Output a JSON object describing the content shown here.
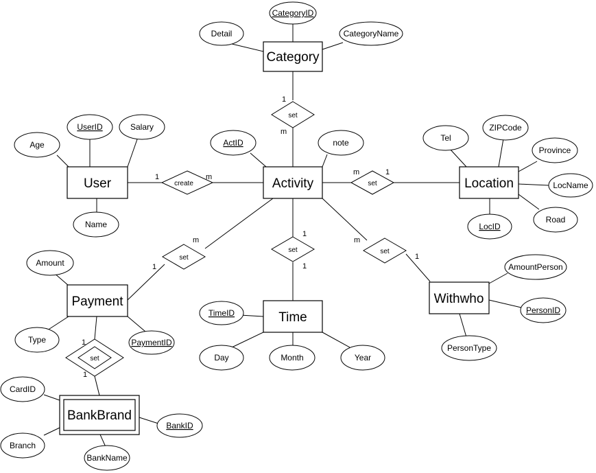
{
  "entities": {
    "category": "Category",
    "user": "User",
    "activity": "Activity",
    "location": "Location",
    "payment": "Payment",
    "time": "Time",
    "withwho": "Withwho",
    "bankbrand": "BankBrand"
  },
  "relationships": {
    "category_activity": "set",
    "user_activity": "create",
    "activity_location": "set",
    "payment_activity": "set",
    "activity_time": "set",
    "activity_withwho": "set",
    "payment_bankbrand": "set"
  },
  "attributes": {
    "category_id": "CategoryID",
    "category_detail": "Detail",
    "category_name": "CategoryName",
    "user_age": "Age",
    "user_id": "UserID",
    "user_salary": "Salary",
    "user_name": "Name",
    "act_id": "ActID",
    "act_note": "note",
    "loc_tel": "Tel",
    "loc_zip": "ZIPCode",
    "loc_province": "Province",
    "loc_name": "LocName",
    "loc_road": "Road",
    "loc_id": "LocID",
    "pay_amount": "Amount",
    "pay_type": "Type",
    "pay_id": "PaymentID",
    "time_id": "TimeID",
    "time_day": "Day",
    "time_month": "Month",
    "time_year": "Year",
    "ww_amount_person": "AmountPerson",
    "ww_person_id": "PersonID",
    "ww_person_type": "PersonType",
    "bank_card_id": "CardID",
    "bank_branch": "Branch",
    "bank_name": "BankName",
    "bank_id": "BankID"
  },
  "cardinalities": {
    "cat_one": "1",
    "cat_many": "m",
    "user_one": "1",
    "user_many": "m",
    "loc_many": "m",
    "loc_one": "1",
    "pay_many": "m",
    "pay_one": "1",
    "time_one_top": "1",
    "time_one_bottom": "1",
    "ww_many": "m",
    "ww_one": "1",
    "bank_one_top": "1",
    "bank_one_bottom": "1"
  }
}
